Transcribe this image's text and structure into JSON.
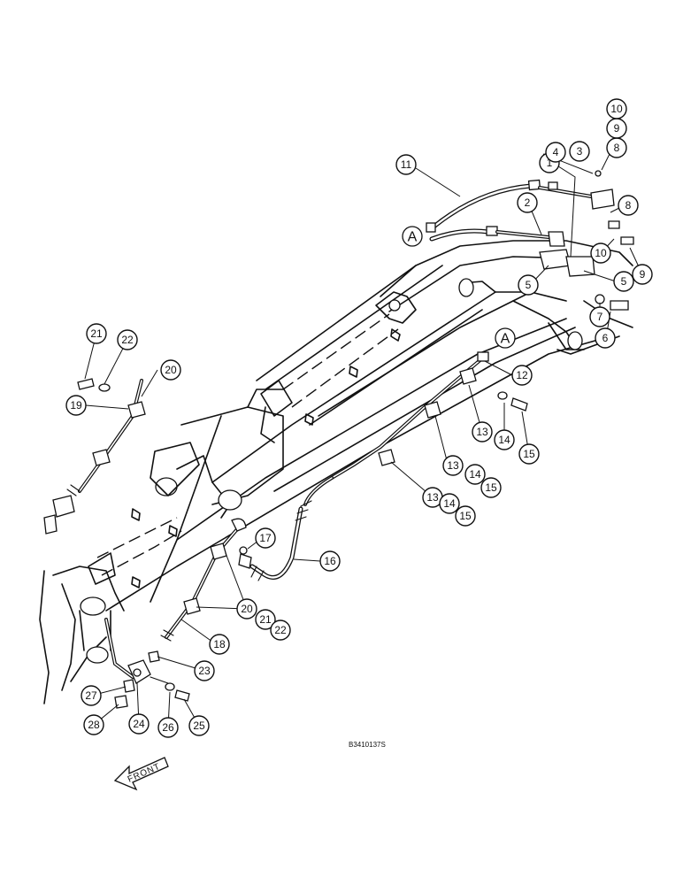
{
  "labels": {
    "b1": "1",
    "b2": "2",
    "b3": "3",
    "b4": "4",
    "b5a": "5",
    "b5b": "5",
    "b6": "6",
    "b7": "7",
    "b8a": "8",
    "b8b": "8",
    "b9a": "9",
    "b9b": "9",
    "b10a": "10",
    "b10b": "10",
    "b11": "11",
    "b12": "12",
    "b13a": "13",
    "b13b": "13",
    "b13c": "13",
    "b14a": "14",
    "b14b": "14",
    "b14c": "14",
    "b15a": "15",
    "b15b": "15",
    "b15c": "15",
    "b16": "16",
    "b17": "17",
    "b18": "18",
    "b19": "19",
    "b20a": "20",
    "b20b": "20",
    "b21a": "21",
    "b21b": "21",
    "b22a": "22",
    "b22b": "22",
    "b23": "23",
    "b24": "24",
    "b25": "25",
    "b26": "26",
    "b27": "27",
    "b28": "28"
  },
  "reference_marks": {
    "a_top": "A",
    "a_mid": "A"
  },
  "drawing_code": "B3410137S",
  "front_arrow": "FRONT"
}
